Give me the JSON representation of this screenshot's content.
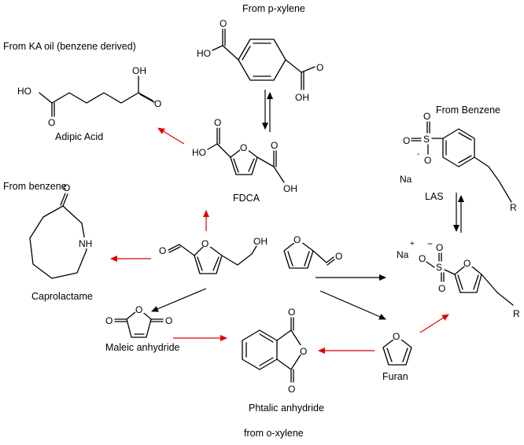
{
  "sources": {
    "p_xylene": "From p-xylene",
    "ka_oil": "From KA oil (benzene derived)",
    "benzene_lower": "From benzene",
    "benzene_upper": "From Benzene",
    "o_xylene": "from o-xylene"
  },
  "compounds": {
    "adipic_acid": "Adipic Acid",
    "fdca": "FDCA",
    "las": "LAS",
    "caprolactame": "Caprolactame",
    "maleic_anhydride": "Maleic anhydride",
    "phtalic_anhydride": "Phtalic anhydride",
    "furan": "Furan"
  },
  "atoms": {
    "ho": "HO",
    "oh": "OH",
    "o": "O",
    "nh": "NH",
    "s": "S",
    "na": "Na",
    "r": "R",
    "plus": "+",
    "minus": "−",
    "o_minus": "-"
  },
  "colors": {
    "conversion_arrow": "#e00000",
    "arrow": "#000000"
  }
}
